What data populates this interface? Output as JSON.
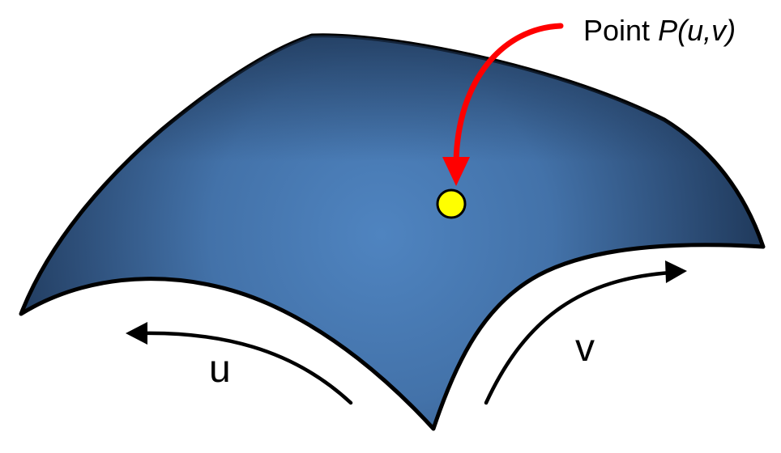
{
  "point_label": {
    "prefix": "Point ",
    "name": "P(u,v)"
  },
  "axes": {
    "u_label": "u",
    "v_label": "v"
  },
  "colors": {
    "surface_center": "#4a7fba",
    "surface_edge": "#1f3655",
    "surface_outline": "#000000",
    "point_fill": "#ffff00",
    "pointer_arrow": "#ff0000",
    "direction_arrows": "#000000"
  }
}
